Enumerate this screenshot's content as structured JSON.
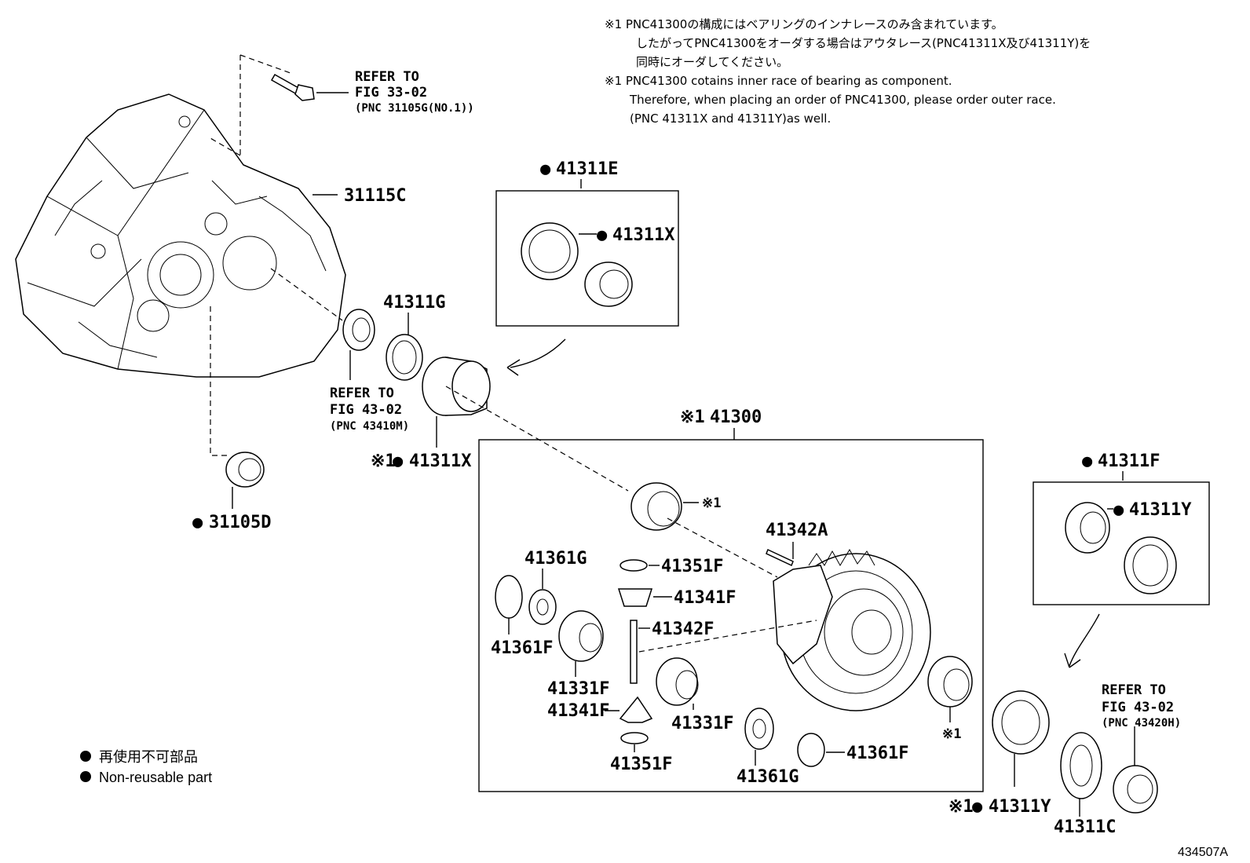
{
  "notes": {
    "jp_line1": "※1  PNC41300の構成にはベアリングのインナレースのみ含まれています。",
    "jp_line2": "したがってPNC41300をオーダする場合はアウタレース(PNC41311X及び41311Y)を",
    "jp_line3": "同時にオーダしてください。",
    "en_line1": "※1 PNC41300 cotains inner race of bearing as component.",
    "en_line2": "Therefore, when placing an order of PNC41300, please order outer race.",
    "en_line3": "(PNC 41311X and 41311Y)as well."
  },
  "refs": {
    "bolt": {
      "line1": "REFER TO",
      "line2": "FIG 33-02",
      "line3": "(PNC 31105G(NO.1))"
    },
    "seal_left": {
      "line1": "REFER TO",
      "line2": "FIG 43-02",
      "line3": "(PNC 43410M)"
    },
    "seal_right": {
      "line1": "REFER TO",
      "line2": "FIG 43-02",
      "line3": "(PNC 43420H)"
    }
  },
  "parts": {
    "p31115C": "31115C",
    "p31105D": "31105D",
    "p41311G": "41311G",
    "p41311X_main": "41311X",
    "p41311E": "41311E",
    "p41311X_kit": "41311X",
    "p41300": "41300",
    "p41311F": "41311F",
    "p41311Y_kit": "41311Y",
    "p41342A": "41342A",
    "p41361G_a": "41361G",
    "p41351F_a": "41351F",
    "p41341F_a": "41341F",
    "p41342F": "41342F",
    "p41361F_a": "41361F",
    "p41331F_a": "41331F",
    "p41341F_b": "41341F",
    "p41331F_b": "41331F",
    "p41351F_b": "41351F",
    "p41361G_b": "41361G",
    "p41361F_b": "41361F",
    "p41311Y_main": "41311Y",
    "p41311C": "41311C"
  },
  "marks": {
    "kome": "※1",
    "kome_small": "※1",
    "dot": "●"
  },
  "legend": {
    "jp": "再使用不可部品",
    "en": "Non-reusable part"
  },
  "figure_code": "434507A"
}
